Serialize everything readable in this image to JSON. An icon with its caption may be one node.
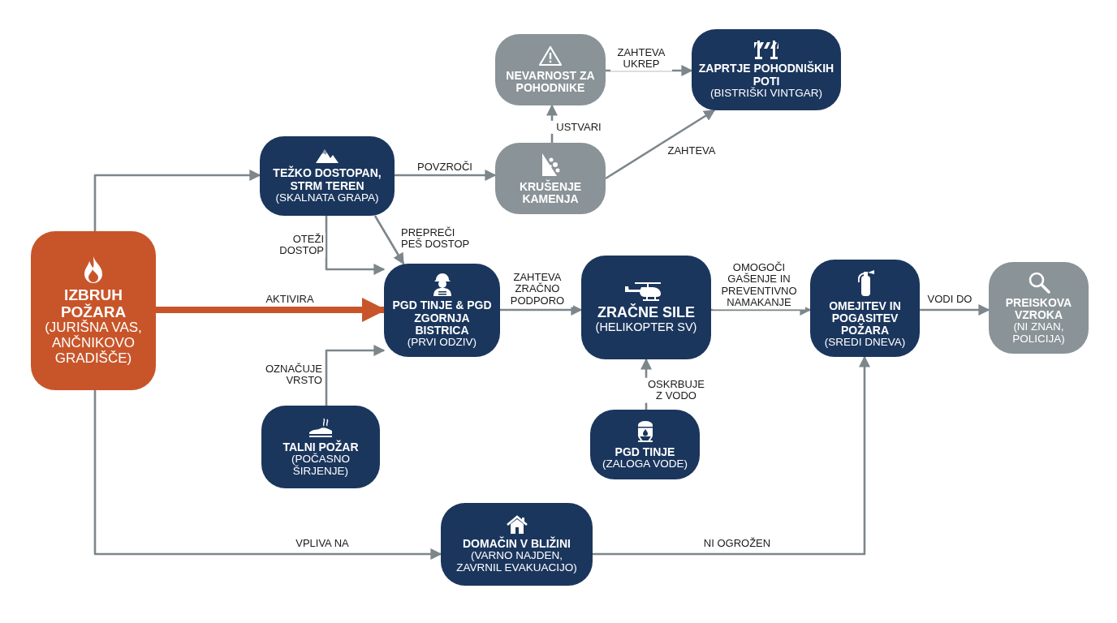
{
  "diagram": {
    "nodes": [
      {
        "text": [
          "IZBRUH POŽARA",
          "(JURIŠNA VAS, ANČNIKOVO GRADIŠČE)"
        ]
      },
      {
        "text": [
          "TEŽKO DOSTOPAN, STRM TEREN",
          "(SKALNATA GRAPA)"
        ]
      },
      {
        "text": [
          "KRUŠENJE KAMENJA"
        ]
      },
      {
        "text": [
          "NEVARNOST ZA POHODNIKE"
        ]
      },
      {
        "text": [
          "ZAPRTJE POHODNIŠKIH POTI",
          "(BISTRIŠKI VINTGAR)"
        ]
      },
      {
        "text": [
          "PGD TINJE & PGD ZGORNJA BISTRICA",
          "(PRVI ODZIV)"
        ]
      },
      {
        "text": [
          "TALNI POŽAR",
          "(POČASNO ŠIRJENJE)"
        ]
      },
      {
        "text": [
          "ZRAČNE SILE",
          "(HELIKOPTER SV)"
        ]
      },
      {
        "text": [
          "PGD TINJE",
          "(ZALOGA VODE)"
        ]
      },
      {
        "text": [
          "OMEJITEV IN POGASITEV POŽARA",
          "(SREDI DNEVA)"
        ]
      },
      {
        "text": [
          "PREISKOVA VZROKA",
          "(NI ZNAN, POLICIJA)"
        ]
      },
      {
        "text": [
          "DOMAČIN V BLIŽINI",
          "(VARNO NAJDEN, ZAVRNIL EVAKUACIJO)"
        ]
      }
    ],
    "edges": [
      {
        "from": 0,
        "to": 1,
        "arrow": "to"
      },
      {
        "from": 1,
        "to": 2,
        "arrow": "to",
        "label": "POVZROČI"
      },
      {
        "from": 2,
        "to": 3,
        "arrow": "to",
        "label": "USTVARI"
      },
      {
        "from": 3,
        "to": 4,
        "arrow": "to",
        "label": "ZAHTEVA UKREP"
      },
      {
        "from": 2,
        "to": 4,
        "arrow": "to",
        "label": "ZAHTEVA"
      },
      {
        "from": 1,
        "to": 5,
        "arrow": "to",
        "label": "OTEŽI DOSTOP"
      },
      {
        "from": 1,
        "to": 5,
        "arrow": "to",
        "label": "PREPREČI PEŠ DOSTOP"
      },
      {
        "from": 0,
        "to": 5,
        "arrow": "to",
        "label": "AKTIVIRA",
        "style": "thick",
        "color": "#c8552a"
      },
      {
        "from": 6,
        "to": 5,
        "arrow": "to",
        "label": "OZNAČUJE VRSTO"
      },
      {
        "from": 5,
        "to": 7,
        "arrow": "to",
        "label": "ZAHTEVA ZRAČNO PODPORO"
      },
      {
        "from": 8,
        "to": 7,
        "arrow": "to",
        "label": "OSKRBUJE Z VODO"
      },
      {
        "from": 7,
        "to": 9,
        "arrow": "to",
        "label": "OMOGOČI GAŠENJE IN PREVENTIVNO NAMAKANJE"
      },
      {
        "from": 9,
        "to": 10,
        "arrow": "to",
        "label": "VODI DO"
      },
      {
        "from": 0,
        "to": 11,
        "arrow": "to",
        "label": "VPLIVA NA"
      },
      {
        "from": 11,
        "to": 9,
        "arrow": "to",
        "label": "NI OGROŽEN"
      }
    ]
  }
}
